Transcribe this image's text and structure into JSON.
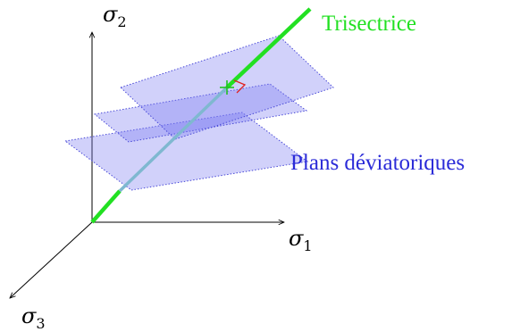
{
  "labels": {
    "sigma1": {
      "symbol": "σ",
      "sub": "1"
    },
    "sigma2": {
      "symbol": "σ",
      "sub": "2"
    },
    "sigma3": {
      "symbol": "σ",
      "sub": "3"
    },
    "trisectrice": "Trisectrice",
    "plans": "Plans déviatoriques"
  },
  "colors": {
    "axis": "#000000",
    "trisectrice": "#22e022",
    "trisectrice_inside": "#7fb8d0",
    "plane_fill": "#7b7bf0",
    "plane_edge": "#4b4bd8",
    "plans_text": "#2b2bd8",
    "right_angle": "#e02020",
    "intersection_marker": "#22c022"
  },
  "planes": {
    "count": 3
  }
}
